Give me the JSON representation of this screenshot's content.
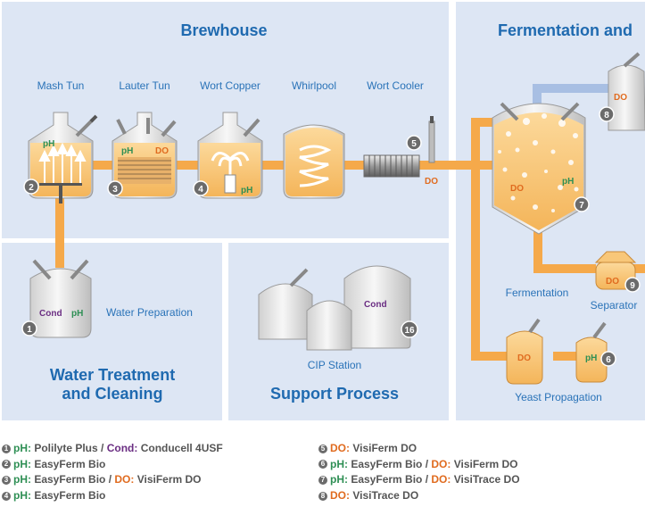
{
  "sections": {
    "brewhouse": "Brewhouse",
    "fermentation": "Fermentation and",
    "water": [
      "Water Treatment",
      "and Cleaning"
    ],
    "support": "Support Process"
  },
  "units": {
    "mash_tun": "Mash Tun",
    "lauter_tun": "Lauter Tun",
    "wort_copper": "Wort Copper",
    "whirlpool": "Whirlpool",
    "wort_cooler": "Wort Cooler",
    "water_prep": "Water Preparation",
    "cip": "CIP Station",
    "fermentation": "Fermentation",
    "separator": "Separator",
    "yeast": "Yeast Propagation"
  },
  "tags": {
    "ph": "pH",
    "do": "DO",
    "cond": "Cond"
  },
  "markers": [
    "1",
    "2",
    "3",
    "4",
    "5",
    "6",
    "7",
    "8",
    "9",
    "16"
  ],
  "legend": [
    {
      "n": "1",
      "parts": [
        [
          "ph",
          "pH:"
        ],
        [
          "txt",
          " Polilyte Plus / "
        ],
        [
          "cond",
          "Cond:"
        ],
        [
          "txt",
          " Conducell 4USF"
        ]
      ]
    },
    {
      "n": "2",
      "parts": [
        [
          "ph",
          "pH:"
        ],
        [
          "txt",
          " EasyFerm Bio"
        ]
      ]
    },
    {
      "n": "3",
      "parts": [
        [
          "ph",
          "pH:"
        ],
        [
          "txt",
          " EasyFerm Bio / "
        ],
        [
          "do",
          "DO:"
        ],
        [
          "txt",
          " VisiFerm DO"
        ]
      ]
    },
    {
      "n": "4",
      "parts": [
        [
          "ph",
          "pH:"
        ],
        [
          "txt",
          " EasyFerm Bio"
        ]
      ]
    },
    {
      "n": "5",
      "parts": [
        [
          "do",
          "DO:"
        ],
        [
          "txt",
          " VisiFerm DO"
        ]
      ]
    },
    {
      "n": "6",
      "parts": [
        [
          "ph",
          "pH:"
        ],
        [
          "txt",
          " EasyFerm Bio / "
        ],
        [
          "do",
          "DO:"
        ],
        [
          "txt",
          " VisiFerm DO"
        ]
      ]
    },
    {
      "n": "7",
      "parts": [
        [
          "ph",
          "pH:"
        ],
        [
          "txt",
          " EasyFerm Bio / "
        ],
        [
          "do",
          "DO:"
        ],
        [
          "txt",
          " VisiTrace DO"
        ]
      ]
    },
    {
      "n": "8",
      "parts": [
        [
          "do",
          "DO:"
        ],
        [
          "txt",
          " VisiTrace DO"
        ]
      ]
    }
  ],
  "colors": {
    "panel": "#dde6f4",
    "title": "#1f6ab0",
    "label": "#2a73b8",
    "pipe": "#f5a94a",
    "pipe_blue": "#a8bfe3",
    "liquid": "#f8c779",
    "vessel": "#e6e6e6",
    "marker": "#6b6b6b",
    "ph": "#2e8f54",
    "do": "#e06b1f",
    "cond": "#6a2d82"
  }
}
